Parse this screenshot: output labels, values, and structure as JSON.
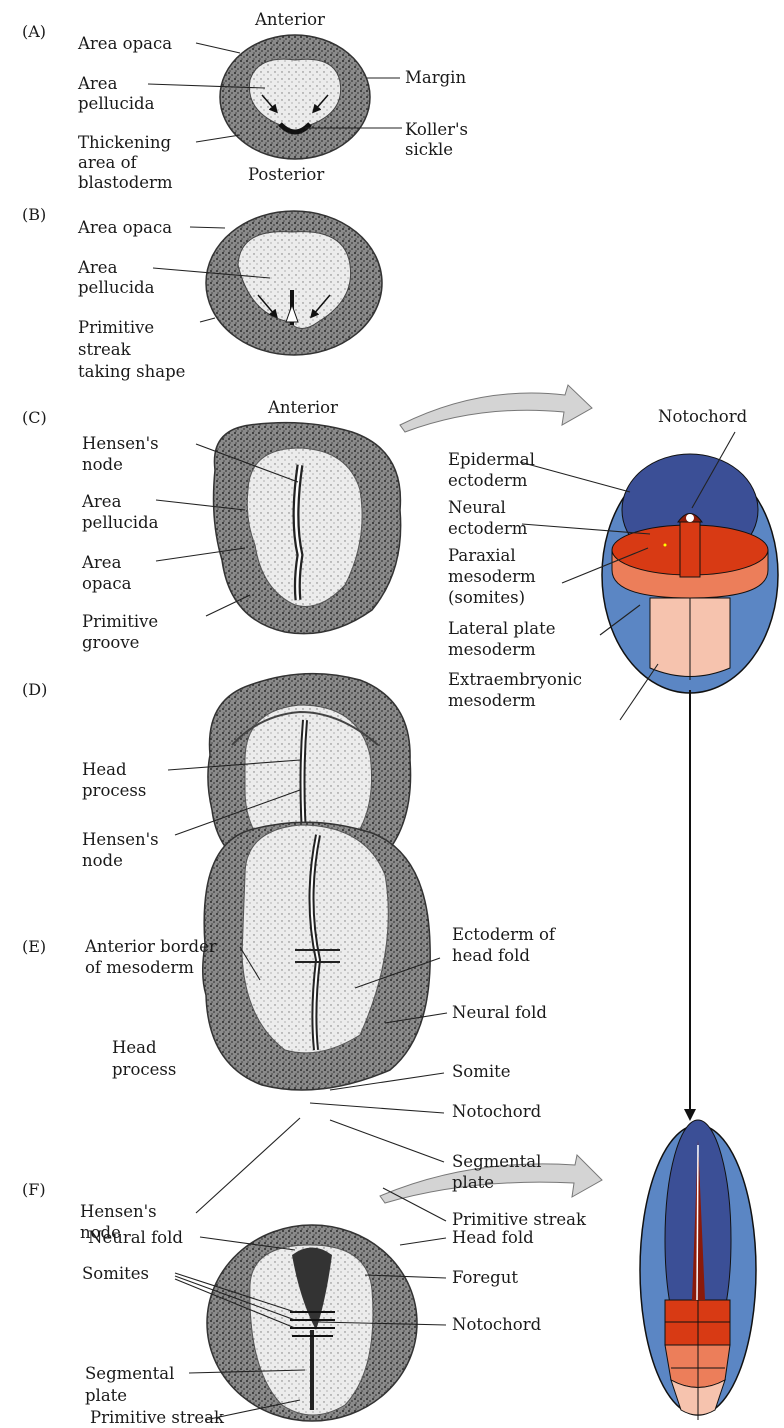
{
  "panels": {
    "A": "(A)",
    "B": "(B)",
    "C": "(C)",
    "D": "(D)",
    "E": "(E)",
    "F": "(F)"
  },
  "panel_a": {
    "top": "Anterior",
    "bottom": "Posterior",
    "area_opaca": "Area opaca",
    "area_pellucida": [
      "Area",
      "pellucida"
    ],
    "thickening": [
      "Thickening",
      "area of",
      "blastoderm"
    ],
    "margin": "Margin",
    "koller": [
      "Koller's",
      "sickle"
    ]
  },
  "panel_b": {
    "area_opaca": "Area opaca",
    "area_pellucida": [
      "Area",
      "pellucida"
    ],
    "primitive_streak": [
      "Primitive",
      "streak",
      "taking shape"
    ]
  },
  "panel_c": {
    "top": "Anterior",
    "hensens_node": [
      "Hensen's",
      "node"
    ],
    "area_pellucida": [
      "Area",
      "pellucida"
    ],
    "area_opaca": [
      "Area",
      "opaca"
    ],
    "primitive_groove": [
      "Primitive",
      "groove"
    ]
  },
  "fate_map": {
    "notochord": "Notochord",
    "epidermal": [
      "Epidermal",
      "ectoderm"
    ],
    "neural": [
      "Neural",
      "ectoderm"
    ],
    "paraxial": [
      "Paraxial",
      "mesoderm",
      "(somites)"
    ],
    "lateral": [
      "Lateral plate",
      "mesoderm"
    ],
    "extraembryonic": [
      "Extraembryonic",
      "mesoderm"
    ]
  },
  "panel_d": {
    "head_process": [
      "Head",
      "process"
    ],
    "hensens_node": [
      "Hensen's",
      "node"
    ]
  },
  "panel_e": {
    "anterior_border": [
      "Anterior border",
      "of mesoderm"
    ],
    "head_process": [
      "Head",
      "process"
    ],
    "hensens_node": [
      "Hensen's",
      "node"
    ],
    "ectoderm_head_fold": [
      "Ectoderm of",
      "head fold"
    ],
    "neural_fold": "Neural fold",
    "somite": "Somite",
    "notochord": "Notochord",
    "segmental_plate": [
      "Segmental",
      "plate"
    ],
    "primitive_streak": "Primitive streak"
  },
  "panel_f": {
    "neural_fold": "Neural fold",
    "somites": "Somites",
    "segmental_plate": [
      "Segmental",
      "plate"
    ],
    "primitive_streak": "Primitive streak",
    "head_fold": "Head fold",
    "foregut": "Foregut",
    "notochord": "Notochord"
  },
  "colors": {
    "outer_blue": "#5b86c4",
    "inner_blue": "#3b4f96",
    "paraxial_red": "#d83a14",
    "lateral_orange": "#ec7e5a",
    "extra_pink": "#f6c3ae",
    "stipple": "#555555"
  }
}
